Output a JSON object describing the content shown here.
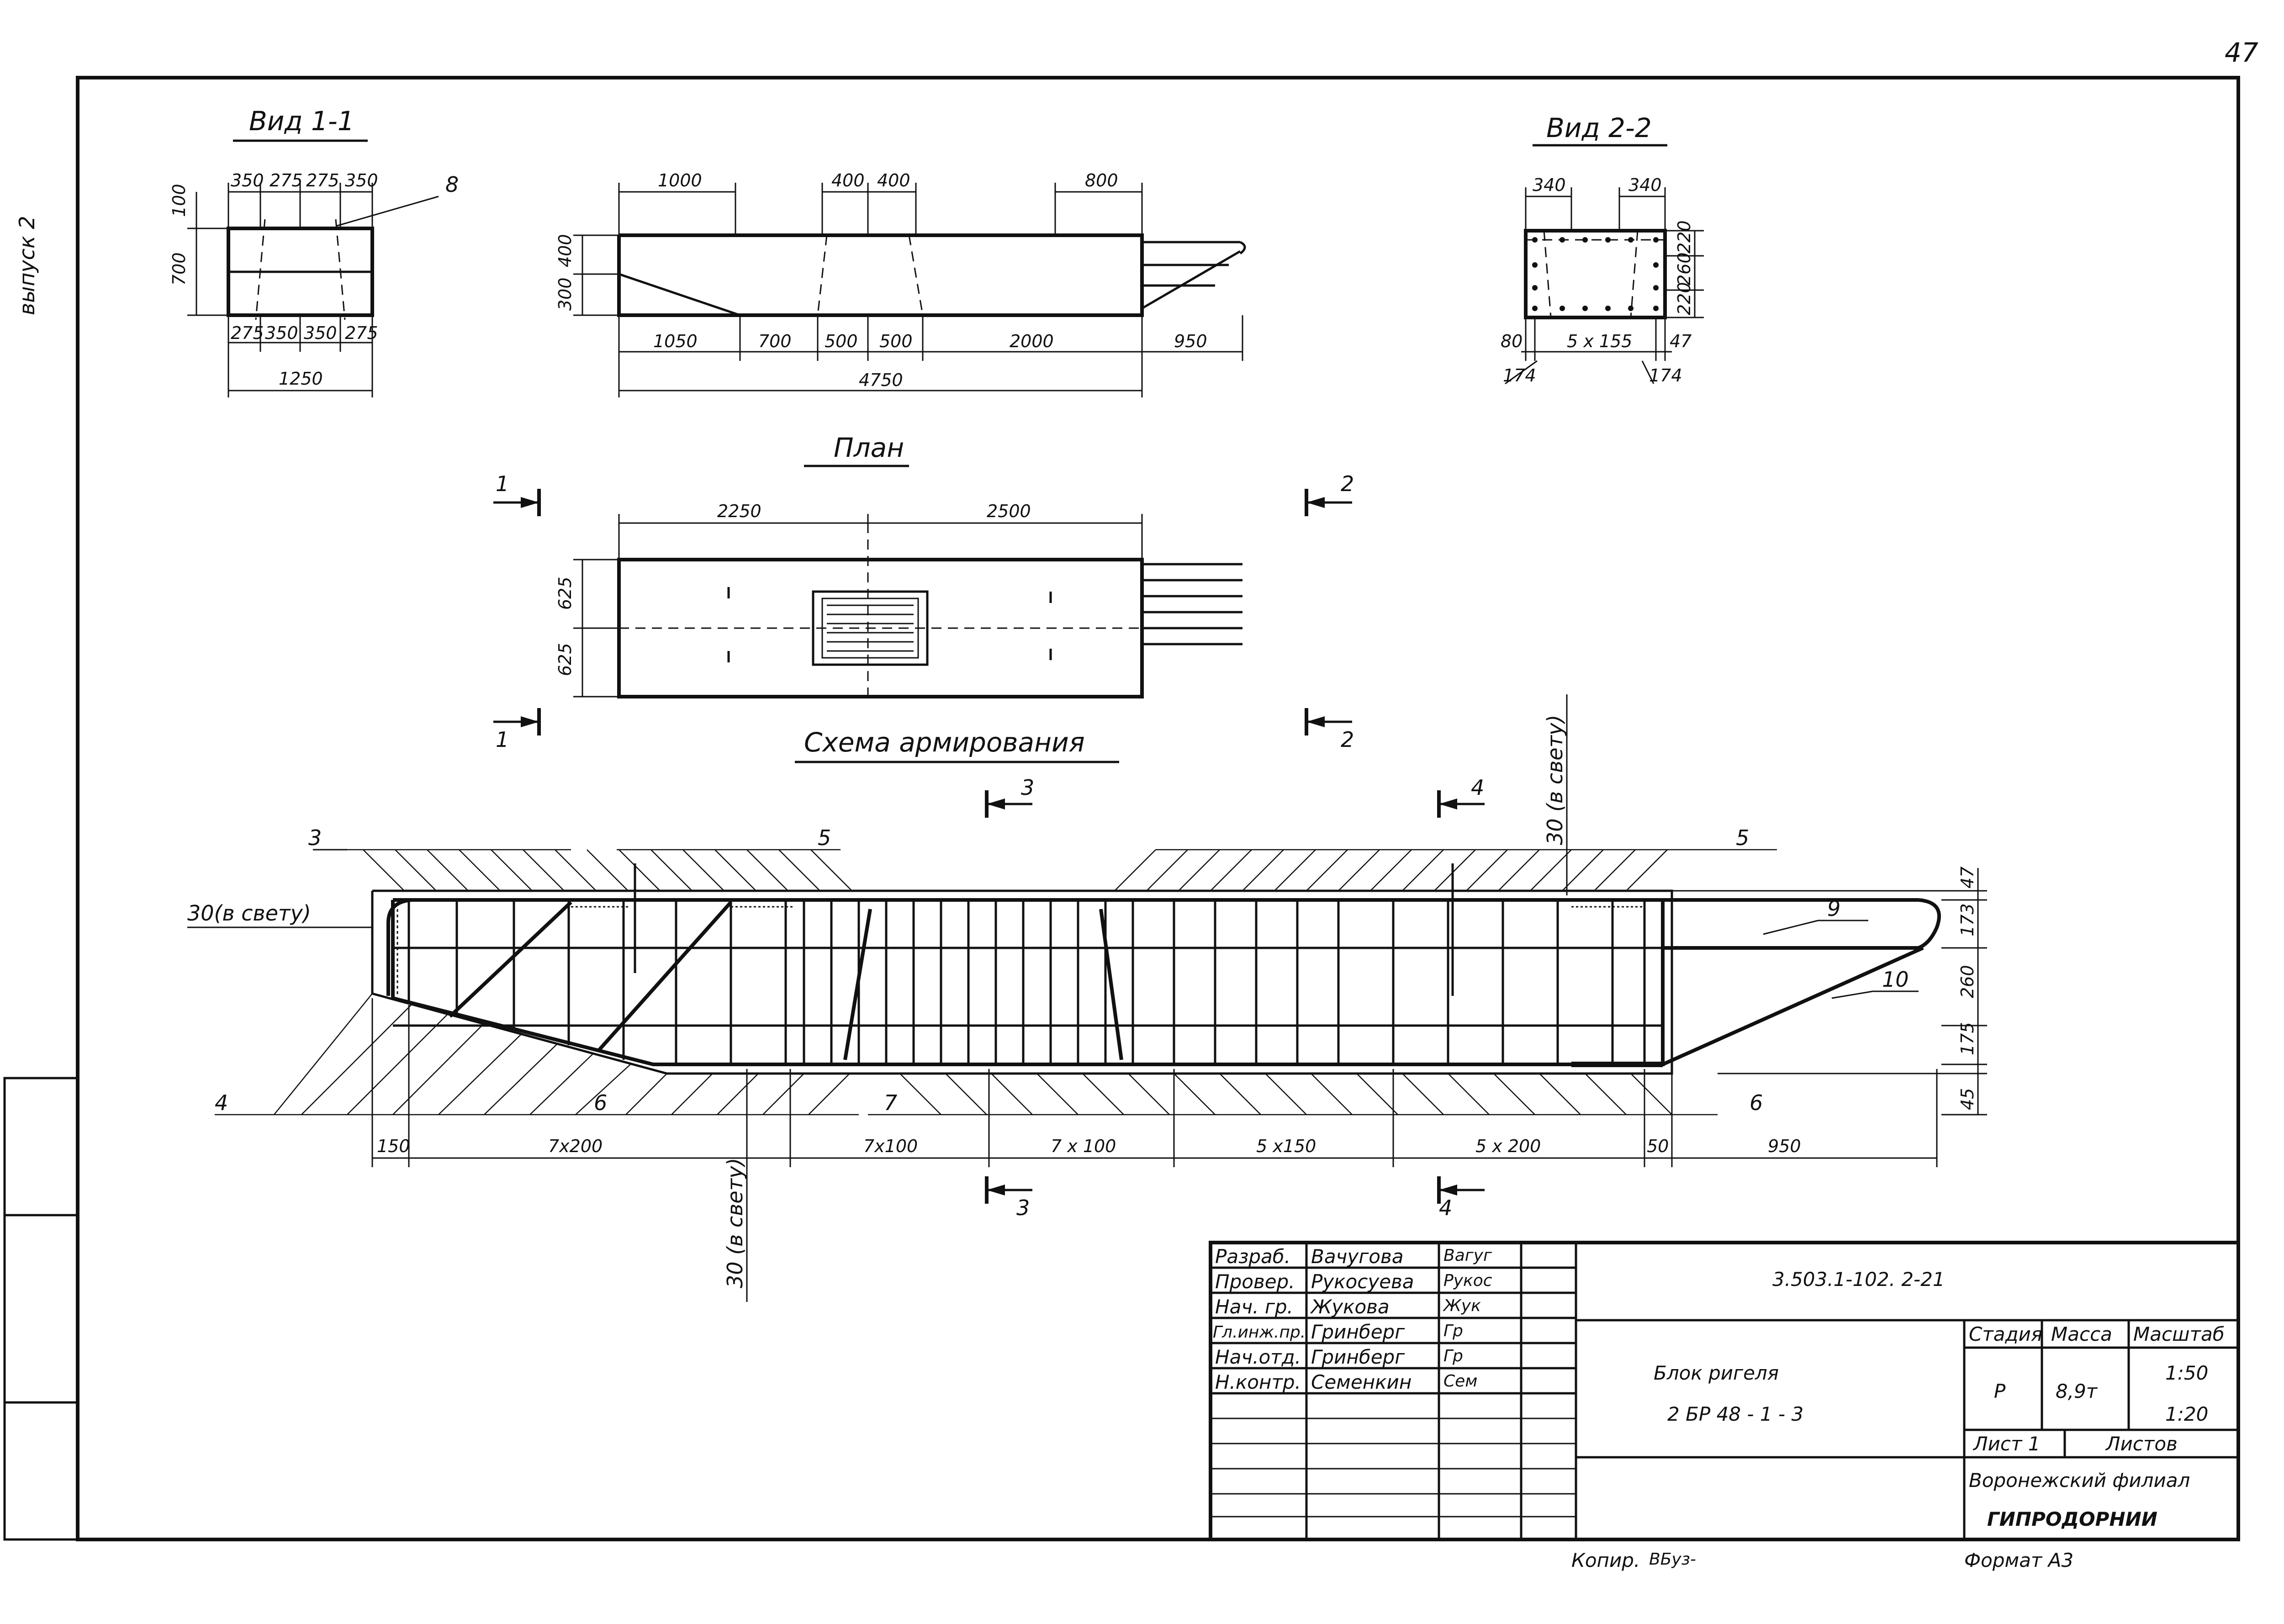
{
  "page_number": "47",
  "side_label": "выпуск 2",
  "views": {
    "view11": {
      "title": "Вид 1-1",
      "top_dims": [
        "350",
        "275",
        "275",
        "350"
      ],
      "bottom_dims": [
        "275",
        "350",
        "350",
        "275"
      ],
      "total": "1250",
      "left_dims": [
        "100",
        "700"
      ],
      "callout": "8"
    },
    "elevation": {
      "top_dims": [
        "1000",
        "400",
        "400",
        "800"
      ],
      "left_dims": [
        "400",
        "300"
      ],
      "bottom_dims": [
        "1050",
        "700",
        "500",
        "500",
        "2000",
        "950"
      ],
      "total": "4750"
    },
    "view22": {
      "title": "Вид 2-2",
      "top_dims": [
        "340",
        "340"
      ],
      "right_dims": [
        "220",
        "260",
        "220"
      ],
      "bottom_dims": [
        "80",
        "5 x 155",
        "47"
      ],
      "low_dims": [
        "174",
        "174"
      ]
    },
    "plan": {
      "title": "План",
      "top_dims": [
        "2250",
        "2500"
      ],
      "left_dims": [
        "625",
        "625"
      ],
      "section_marks": [
        "1",
        "1",
        "2",
        "2"
      ]
    },
    "reinforcement": {
      "title": "Схема армирования",
      "section_marks": [
        "3",
        "3",
        "4",
        "4"
      ],
      "callouts": [
        "3",
        "5",
        "5",
        "4",
        "6",
        "7",
        "6",
        "9",
        "10"
      ],
      "clear_cover_left": "30(в свету)",
      "clear_cover_top": "30 (в свету)",
      "clear_cover_bottom": "30 (в свету)",
      "bottom_dims": [
        "150",
        "7x200",
        "7x100",
        "7 x 100",
        "5 x150",
        "5 x 200",
        "50",
        "950"
      ],
      "right_dims": [
        "47",
        "173",
        "260",
        "175",
        "45"
      ]
    }
  },
  "title_block": {
    "roles": [
      "Разраб.",
      "Провер.",
      "Нач. гр.",
      "Гл.инж.пр.",
      "Нач.отд.",
      "Н.контр."
    ],
    "names": [
      "Вачугова",
      "Рукосуева",
      "Жукова",
      "Гринберг",
      "Гринберг",
      "Семенкин"
    ],
    "signatures": [
      "Вагуг",
      "Рукос",
      "Жук",
      "Гр",
      "Гр",
      "Сем"
    ],
    "doc_code": "3.503.1-102. 2-21",
    "product_line1": "Блок ригеля",
    "product_line2": "2 БР 48 - 1 - 3",
    "stage_label": "Стадия",
    "mass_label": "Масса",
    "scale_label": "Масштаб",
    "stage": "Р",
    "mass": "8,9т",
    "scale1": "1:50",
    "scale2": "1:20",
    "sheet_label": "Лист 1",
    "sheets_label": "Листов",
    "org_line1": "Воронежский филиал",
    "org_line2": "ГИПРОДОРНИИ"
  },
  "footer": {
    "copied": "Копир.",
    "copied_sig": "ВБуз-",
    "format": "Формат А3"
  }
}
